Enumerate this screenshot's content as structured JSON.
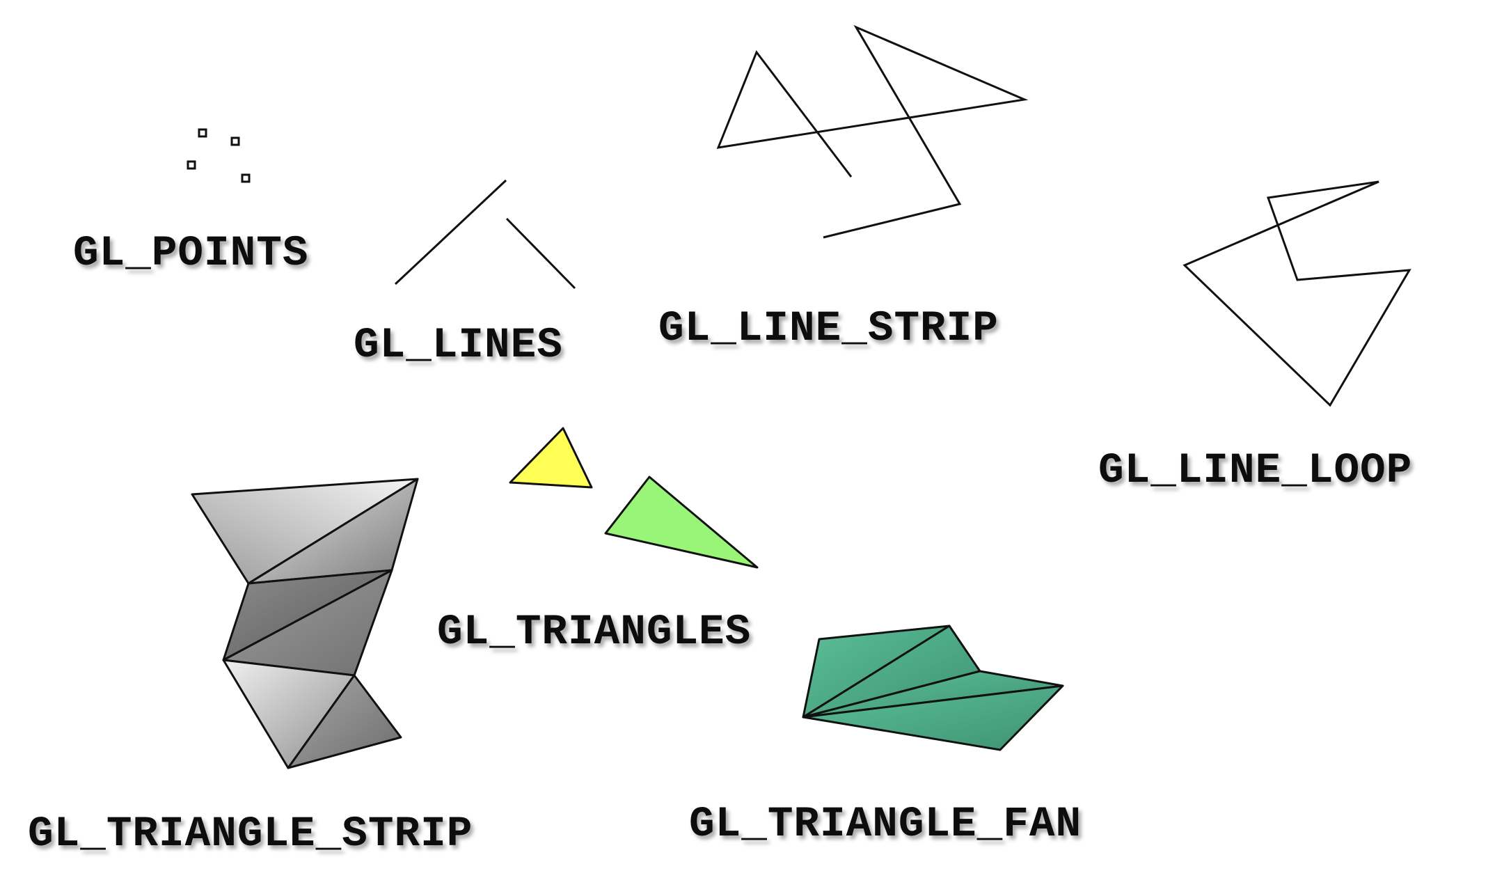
{
  "labels": {
    "points": "GL_POINTS",
    "lines": "GL_LINES",
    "line_strip": "GL_LINE_STRIP",
    "line_loop": "GL_LINE_LOOP",
    "triangles": "GL_TRIANGLES",
    "triangle_strip": "GL_TRIANGLE_STRIP",
    "triangle_fan": "GL_TRIANGLE_FAN"
  },
  "colors": {
    "ink": "#111111",
    "triangle_yellow": "#ffff55",
    "triangle_green": "#99f577",
    "fan_green": "#4fb08a",
    "strip_gray": "#b0b0b0"
  }
}
